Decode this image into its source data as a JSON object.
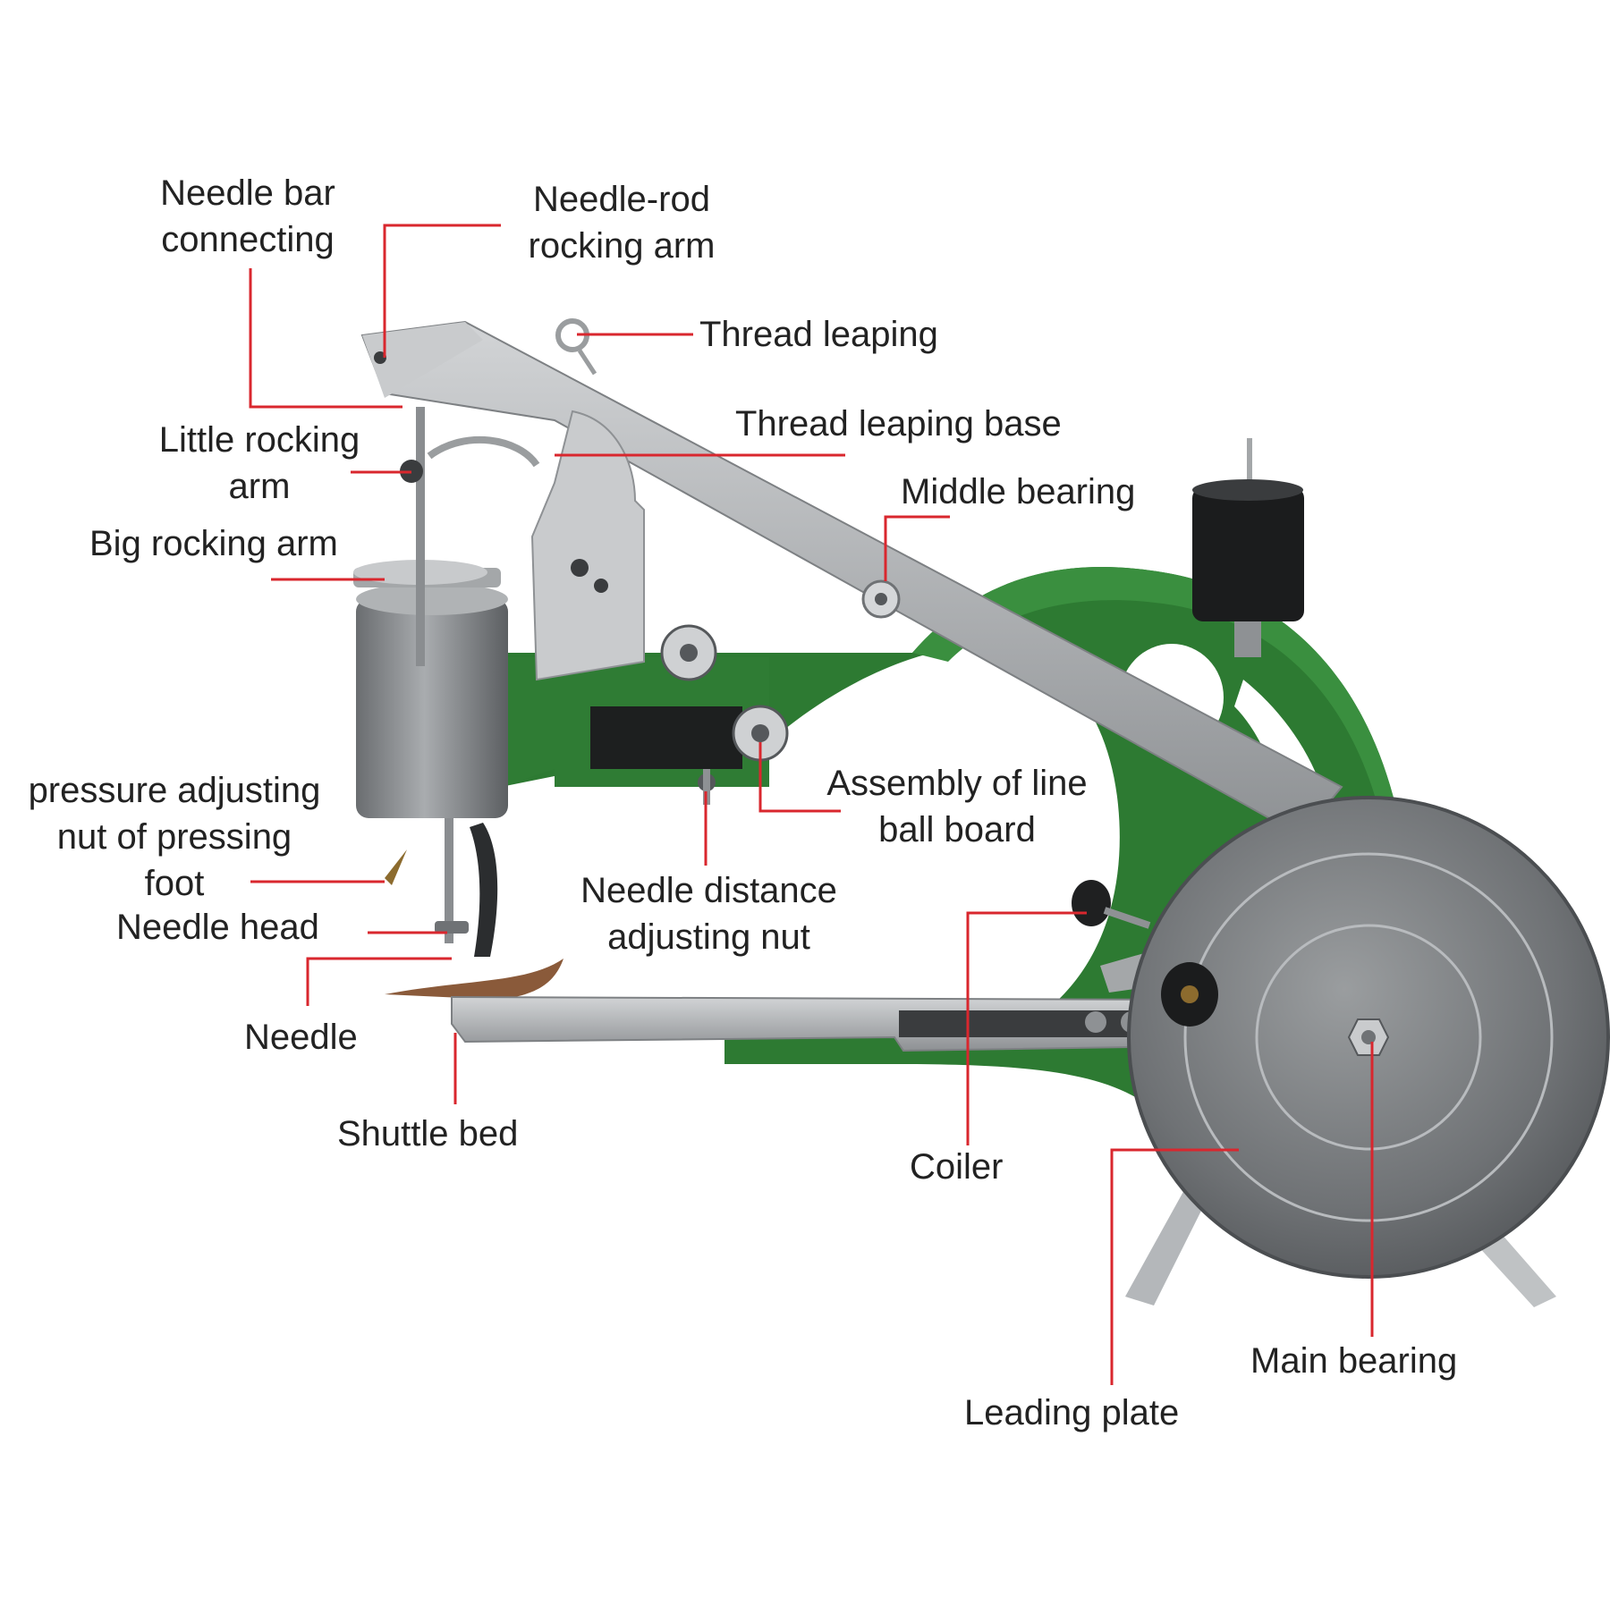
{
  "colors": {
    "leader_line": "#d9272e",
    "label_text": "#222222",
    "frame_green": "#2d7a32",
    "steel": "#b9bcbf",
    "background": "#ffffff"
  },
  "labels": {
    "needle_bar_connecting": [
      "Needle bar",
      "connecting"
    ],
    "needle_rod_rocking_arm": [
      "Needle-rod",
      "rocking arm"
    ],
    "thread_leaping": "Thread leaping",
    "thread_leaping_base": "Thread leaping base",
    "little_rocking_arm": [
      "Little rocking",
      "arm"
    ],
    "middle_bearing": "Middle bearing",
    "big_rocking_arm": "Big rocking arm",
    "pressure_adjusting_nut": [
      "pressure adjusting",
      "nut of pressing",
      "foot"
    ],
    "assembly_line_ball_board": [
      "Assembly of line",
      "ball board"
    ],
    "needle_head": "Needle head",
    "needle_distance_nut": [
      "Needle distance",
      "adjusting nut"
    ],
    "needle": "Needle",
    "shuttle_bed": "Shuttle bed",
    "coiler": "Coiler",
    "main_bearing": "Main bearing",
    "leading_plate": "Leading plate"
  }
}
